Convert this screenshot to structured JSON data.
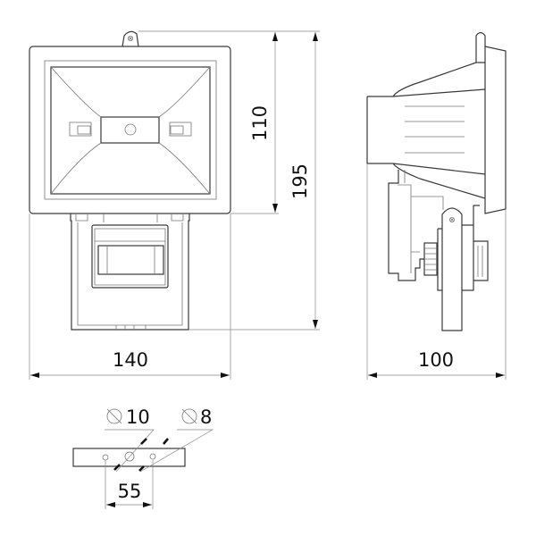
{
  "dimensions": {
    "front_height_housing": "110",
    "front_height_total": "195",
    "front_width": "140",
    "side_depth": "100",
    "mount_hole_large_diameter": "10",
    "mount_hole_small_diameter": "8",
    "mount_hole_spacing": "55"
  },
  "symbols": {
    "diameter": "diameter-symbol"
  }
}
